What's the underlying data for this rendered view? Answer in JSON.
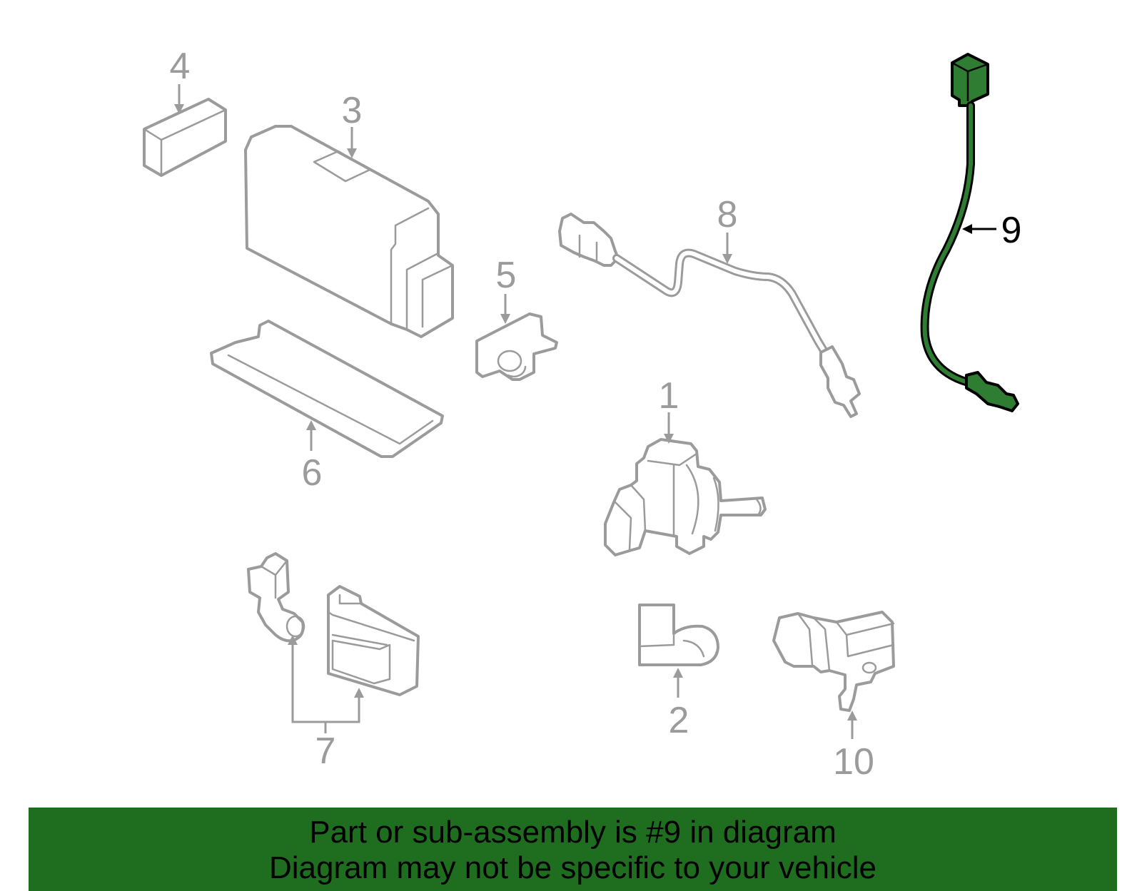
{
  "diagram": {
    "callouts": {
      "c1": "1",
      "c2": "2",
      "c3": "3",
      "c4": "4",
      "c5": "5",
      "c6": "6",
      "c7": "7",
      "c8": "8",
      "c9": "9",
      "c10": "10"
    },
    "highlighted_part": "9",
    "colors": {
      "part_outline": "#9b9b9b",
      "highlight_fill": "#2e7d32",
      "banner_background": "#1f6e1f",
      "text": "#000000"
    }
  },
  "banner": {
    "line1": "Part or sub-assembly is #9 in diagram",
    "line2": "Diagram may not be specific to your vehicle"
  }
}
